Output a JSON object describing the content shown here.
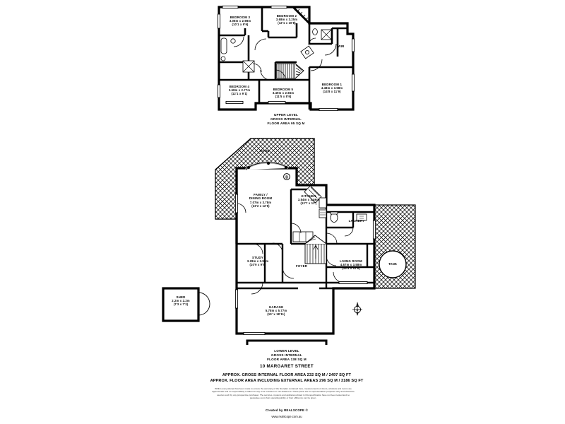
{
  "document": {
    "type": "floor-plan",
    "address": "10 MARGARET STREET",
    "levels": [
      {
        "id": "upper",
        "caption_line1": "UPPER LEVEL",
        "caption_line2": "GROSS INTERNAL",
        "caption_line3": "FLOOR AREA 95 SQ M",
        "rooms": [
          {
            "name": "BEDROOM 3",
            "metric": "3.08m x 2.98m",
            "imperial": "(10'1 x 9'9)"
          },
          {
            "name": "BEDROOM 2",
            "metric": "3.68m x 3.25m",
            "imperial": "(12'1 x 10'8)"
          },
          {
            "name": "WIR",
            "metric": "",
            "imperial": ""
          },
          {
            "name": "BEDROOM 4",
            "metric": "3.68m x 2.77m",
            "imperial": "(12'1 x 9'1)"
          },
          {
            "name": "BEDROOM 5",
            "metric": "3.49m x 2.66m",
            "imperial": "(11'5 x 8'9)"
          },
          {
            "name": "BEDROOM 1",
            "metric": "4.48m x 3.58m",
            "imperial": "(14'8 x 11'9)"
          }
        ]
      },
      {
        "id": "lower",
        "caption_line1": "LOWER LEVEL",
        "caption_line2": "GROSS INTERNAL",
        "caption_line3": "FLOOR AREA 138 SQ M",
        "rooms": [
          {
            "name": "PATIO",
            "metric": "",
            "imperial": ""
          },
          {
            "name": "FAMILY /",
            "name2": "DINING ROOM",
            "metric": "7.07m x 3.78m",
            "imperial": "(23'2 x 12'5)"
          },
          {
            "name": "KITCHEN",
            "metric": "3.84m x 3.66m",
            "imperial": "(12'7 x 12')"
          },
          {
            "name": "LAUNDRY",
            "metric": "",
            "imperial": ""
          },
          {
            "name": "STUDY",
            "metric": "3.28m x 2.97m",
            "imperial": "(10'9 x 9'9)"
          },
          {
            "name": "FOYER",
            "metric": "",
            "imperial": ""
          },
          {
            "name": "LIVING ROOM",
            "metric": "4.67m x 3.58m",
            "imperial": "(15'4 x 11'9)"
          },
          {
            "name": "TANK",
            "metric": "",
            "imperial": ""
          },
          {
            "name": "GARAGE",
            "metric": "5.78m x 5.77m",
            "imperial": "(19' x 18'11)"
          },
          {
            "name": "SHED",
            "metric": "2.2m x 2.2m",
            "imperial": "(7'3 x 7'3)"
          }
        ]
      }
    ],
    "totals": {
      "line1": "APPROX. GROSS INTERNAL FLOOR AREA 232 SQ M / 2497 SQ FT",
      "line2": "APPROX. FLOOR AREA INCLUDING EXTERNAL AREAS 296 SQ M / 3186 SQ FT"
    },
    "disclaimer": {
      "line1": "Whilst every attempt has been made to ensure the accuracy of the floorplan contained here, measurements of doors, windows and rooms are",
      "line2": "approximate and no responsibility is taken for any error omission or mis-statement. These plans are for representation purposes only and should be",
      "line3": "used as such by any prospective purchaser. The services, systems and appliances listed in this specification have not been tested and no",
      "line4": "guarantee as to their operating ability or their efficiency can be given."
    },
    "credit": {
      "created_by": "Created by REALSCOPE ©",
      "website": "www.realscope.com.au"
    },
    "annotations": {
      "boiler_marker": "B",
      "compass": "north-compass"
    },
    "colors": {
      "wall": "#000000",
      "background": "#ffffff",
      "hatch": "#2b2b2b",
      "text": "#000000"
    }
  }
}
